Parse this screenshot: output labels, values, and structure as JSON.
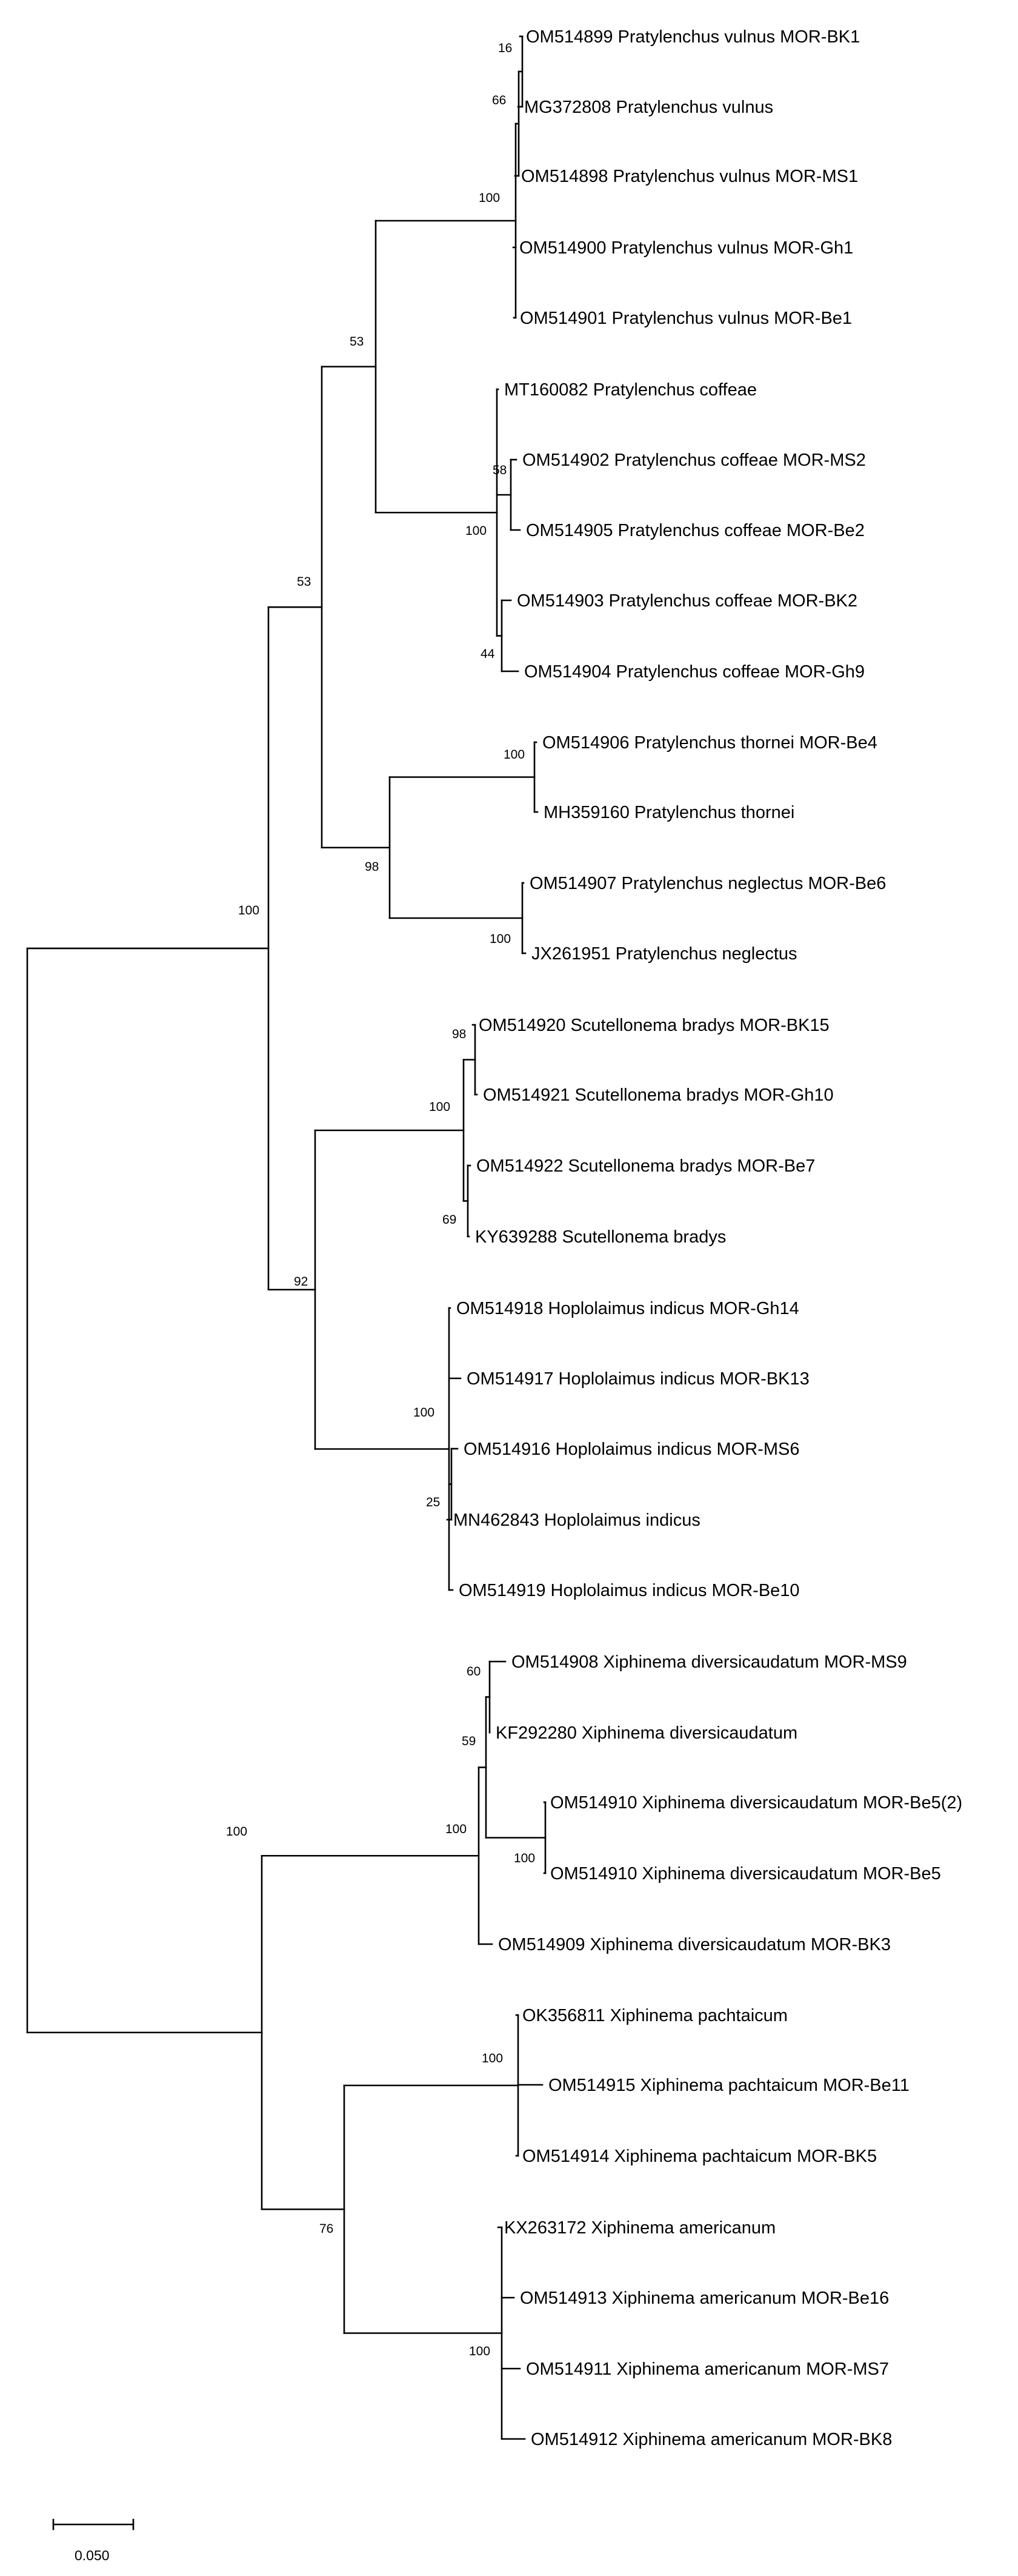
{
  "tree": {
    "scale_bar": {
      "label": "0.050"
    },
    "leaves": [
      {
        "id": "L1",
        "label": "OM514899 Pratylenchus vulnus MOR-BK1"
      },
      {
        "id": "L2",
        "label": "MG372808 Pratylenchus vulnus"
      },
      {
        "id": "L3",
        "label": "OM514898 Pratylenchus vulnus MOR-MS1"
      },
      {
        "id": "L4",
        "label": "OM514900 Pratylenchus vulnus MOR-Gh1"
      },
      {
        "id": "L5",
        "label": "OM514901 Pratylenchus vulnus MOR-Be1"
      },
      {
        "id": "L6",
        "label": "MT160082 Pratylenchus coffeae"
      },
      {
        "id": "L7",
        "label": "OM514902 Pratylenchus coffeae MOR-MS2"
      },
      {
        "id": "L8",
        "label": "OM514905 Pratylenchus coffeae MOR-Be2"
      },
      {
        "id": "L9",
        "label": "OM514903 Pratylenchus coffeae MOR-BK2"
      },
      {
        "id": "L10",
        "label": "OM514904 Pratylenchus coffeae MOR-Gh9"
      },
      {
        "id": "L11",
        "label": "OM514906 Pratylenchus thornei MOR-Be4"
      },
      {
        "id": "L12",
        "label": "MH359160 Pratylenchus thornei"
      },
      {
        "id": "L13",
        "label": "OM514907 Pratylenchus neglectus MOR-Be6"
      },
      {
        "id": "L14",
        "label": "JX261951 Pratylenchus neglectus"
      },
      {
        "id": "L15",
        "label": "OM514920 Scutellonema bradys MOR-BK15"
      },
      {
        "id": "L16",
        "label": "OM514921 Scutellonema bradys MOR-Gh10"
      },
      {
        "id": "L17",
        "label": "OM514922 Scutellonema bradys MOR-Be7"
      },
      {
        "id": "L18",
        "label": "KY639288 Scutellonema bradys"
      },
      {
        "id": "L19",
        "label": "OM514918 Hoplolaimus indicus MOR-Gh14"
      },
      {
        "id": "L20",
        "label": "OM514917 Hoplolaimus indicus MOR-BK13"
      },
      {
        "id": "L21",
        "label": "OM514916 Hoplolaimus indicus MOR-MS6"
      },
      {
        "id": "L22",
        "label": "MN462843 Hoplolaimus indicus"
      },
      {
        "id": "L23",
        "label": "OM514919 Hoplolaimus indicus MOR-Be10"
      },
      {
        "id": "L24",
        "label": "OM514908 Xiphinema diversicaudatum MOR-MS9"
      },
      {
        "id": "L25",
        "label": "KF292280 Xiphinema diversicaudatum"
      },
      {
        "id": "L26",
        "label": "OM514910 Xiphinema diversicaudatum MOR-Be5(2)"
      },
      {
        "id": "L27",
        "label": "OM514910 Xiphinema diversicaudatum MOR-Be5"
      },
      {
        "id": "L28",
        "label": "OM514909 Xiphinema diversicaudatum MOR-BK3"
      },
      {
        "id": "L29",
        "label": "OK356811 Xiphinema pachtaicum"
      },
      {
        "id": "L30",
        "label": "OM514915 Xiphinema pachtaicum MOR-Be11"
      },
      {
        "id": "L31",
        "label": "OM514914 Xiphinema pachtaicum MOR-BK5"
      },
      {
        "id": "L32",
        "label": "KX263172 Xiphinema americanum"
      },
      {
        "id": "L33",
        "label": "OM514913 Xiphinema americanum MOR-Be16"
      },
      {
        "id": "L34",
        "label": "OM514911 Xiphinema americanum MOR-MS7"
      },
      {
        "id": "L35",
        "label": "OM514912 Xiphinema americanum MOR-BK8"
      }
    ],
    "bootstrap": [
      {
        "node": "N1",
        "value": "16"
      },
      {
        "node": "N2",
        "value": "66"
      },
      {
        "node": "N3",
        "value": "100"
      },
      {
        "node": "N4",
        "value": "58"
      },
      {
        "node": "N5",
        "value": "44"
      },
      {
        "node": "N6",
        "value": "100"
      },
      {
        "node": "N7",
        "value": "53"
      },
      {
        "node": "N8",
        "value": "100"
      },
      {
        "node": "N9",
        "value": "100"
      },
      {
        "node": "N10",
        "value": "98"
      },
      {
        "node": "N11",
        "value": "53"
      },
      {
        "node": "N12",
        "value": "98"
      },
      {
        "node": "N13",
        "value": "69"
      },
      {
        "node": "N14",
        "value": "100"
      },
      {
        "node": "N15",
        "value": "25"
      },
      {
        "node": "N16",
        "value": "100"
      },
      {
        "node": "N17",
        "value": "92"
      },
      {
        "node": "N18",
        "value": "100"
      },
      {
        "node": "N19",
        "value": "60"
      },
      {
        "node": "N20",
        "value": "100"
      },
      {
        "node": "N21",
        "value": "59"
      },
      {
        "node": "N22",
        "value": "100"
      },
      {
        "node": "N23",
        "value": "100"
      },
      {
        "node": "N24",
        "value": "100"
      },
      {
        "node": "N25",
        "value": "76"
      },
      {
        "node": "N26",
        "value": "100"
      }
    ]
  }
}
